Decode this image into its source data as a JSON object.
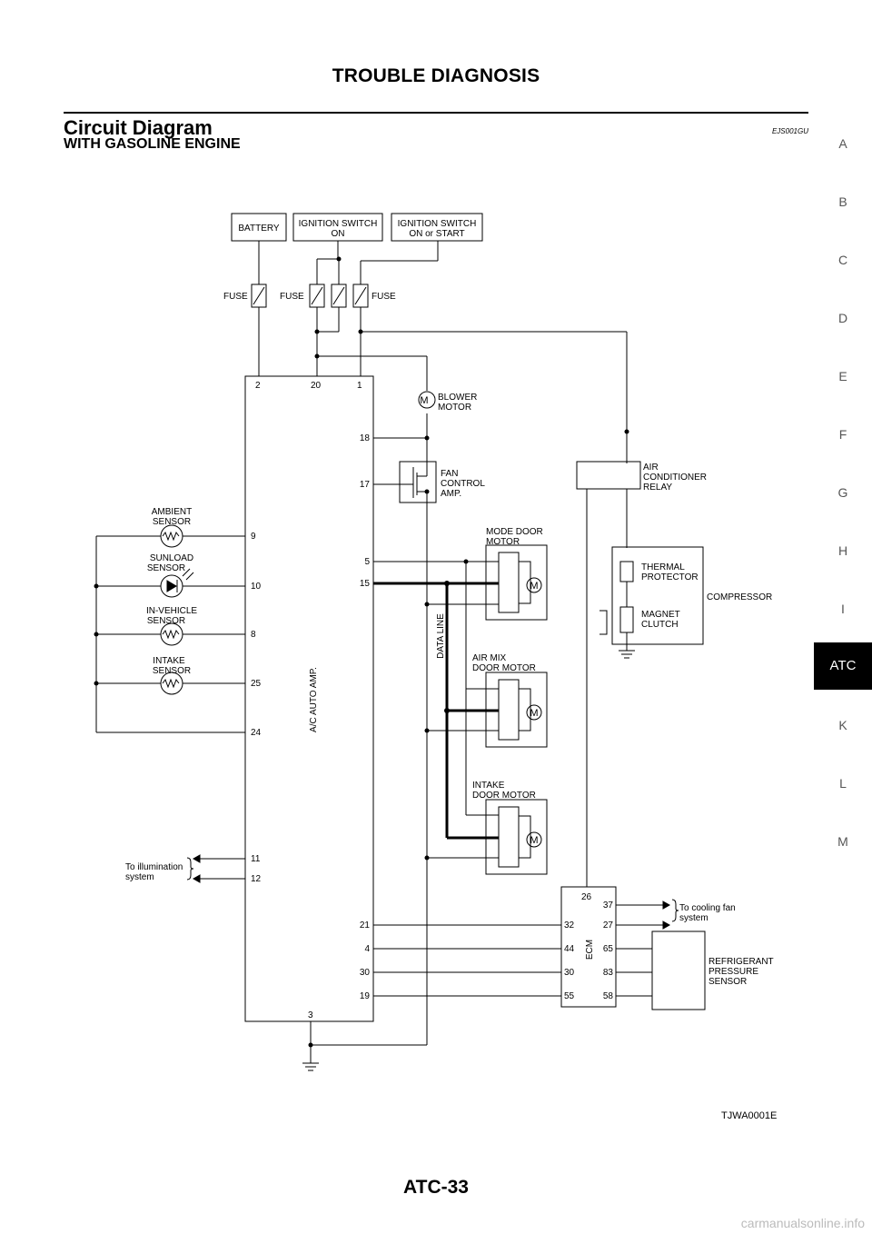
{
  "header": {
    "title": "TROUBLE DIAGNOSIS"
  },
  "section": {
    "title": "Circuit Diagram",
    "code": "EJS001GU",
    "subtitle": "WITH GASOLINE ENGINE"
  },
  "side_index": {
    "letters": [
      "A",
      "B",
      "C",
      "D",
      "E",
      "F",
      "G",
      "H",
      "I"
    ],
    "active": "ATC",
    "letters_after": [
      "K",
      "L",
      "M"
    ]
  },
  "diagram": {
    "battery": "BATTERY",
    "ign_on": [
      "IGNITION SWITCH",
      "ON"
    ],
    "ign_start": [
      "IGNITION SWITCH",
      "ON or START"
    ],
    "fuse": "FUSE",
    "amp": "A/C AUTO AMP.",
    "amp_pins_top": [
      "2",
      "20",
      "1"
    ],
    "amp_pins_left": [
      "9",
      "10",
      "8",
      "25",
      "24",
      "11",
      "12"
    ],
    "amp_pins_right": [
      "18",
      "17",
      "5",
      "15",
      "21",
      "4",
      "30",
      "19"
    ],
    "amp_pin_bottom": "3",
    "blower": [
      "BLOWER",
      "MOTOR"
    ],
    "fan_amp": [
      "FAN",
      "CONTROL",
      "AMP."
    ],
    "ac_relay": [
      "AIR",
      "CONDITIONER",
      "RELAY"
    ],
    "thermal": [
      "THERMAL",
      "PROTECTOR"
    ],
    "magnet": [
      "MAGNET",
      "CLUTCH"
    ],
    "compressor": "COMPRESSOR",
    "mode_door": [
      "MODE DOOR",
      "MOTOR"
    ],
    "airmix_door": [
      "AIR MIX",
      "DOOR MOTOR"
    ],
    "intake_door": [
      "INTAKE",
      "DOOR MOTOR"
    ],
    "data_line": "DATA LINE",
    "ambient": [
      "AMBIENT",
      "SENSOR"
    ],
    "sunload": [
      "SUNLOAD",
      "SENSOR"
    ],
    "invehicle": [
      "IN-VEHICLE",
      "SENSOR"
    ],
    "intake_sensor": [
      "INTAKE",
      "SENSOR"
    ],
    "illumination": [
      "To illumination",
      "system"
    ],
    "ecm": "ECM",
    "ecm_pin_top": "26",
    "ecm_pins_left": [
      "32",
      "44",
      "30",
      "55"
    ],
    "ecm_pins_right": [
      "37",
      "27",
      "65",
      "83",
      "58"
    ],
    "cooling_fan": [
      "To cooling fan",
      "system"
    ],
    "refrigerant": [
      "REFRIGERANT",
      "PRESSURE",
      "SENSOR"
    ],
    "motor_symbol": "M"
  },
  "figure_code": "TJWA0001E",
  "footer": {
    "page": "ATC-33"
  },
  "watermark": "carmanualsonline.info"
}
